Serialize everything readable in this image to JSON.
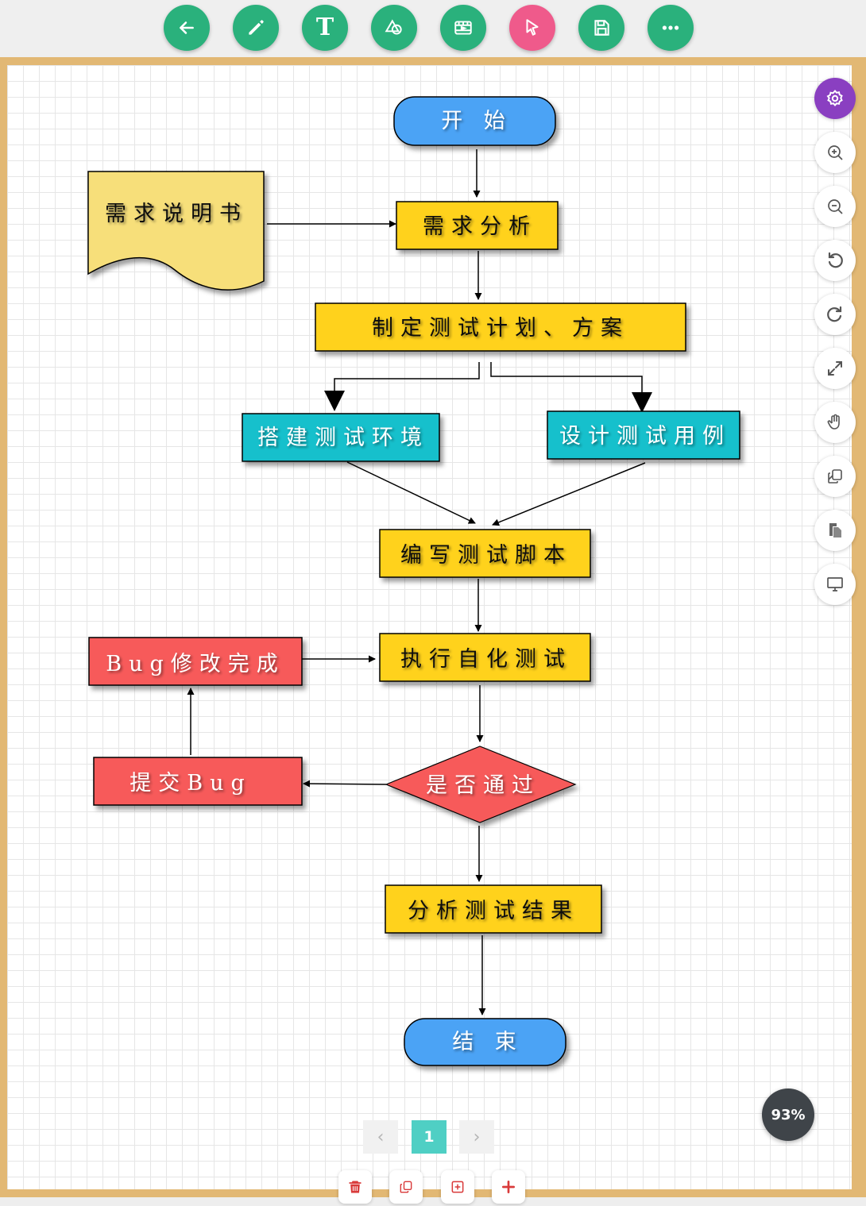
{
  "toolbar": {
    "buttons": [
      {
        "name": "back-button",
        "icon": "arrow-left-icon"
      },
      {
        "name": "pen-tool-button",
        "icon": "pencil-icon"
      },
      {
        "name": "text-tool-button",
        "icon": "text-icon",
        "glyph": "T"
      },
      {
        "name": "shape-tool-button",
        "icon": "shapes-icon"
      },
      {
        "name": "media-button",
        "icon": "film-icon"
      },
      {
        "name": "select-tool-button",
        "icon": "cursor-icon",
        "active": true
      },
      {
        "name": "save-button",
        "icon": "floppy-disk-icon"
      },
      {
        "name": "more-button",
        "icon": "ellipsis-icon"
      }
    ],
    "accent_color": "#2ab17c",
    "active_color": "#ef5a8b"
  },
  "flowchart": {
    "start": "开 始",
    "requirements_doc": "需求说明书",
    "requirements_analysis": "需求分析",
    "test_plan": "制定测试计划、方案",
    "build_env": "搭建测试环境",
    "design_cases": "设计测试用例",
    "write_scripts": "编写测试脚本",
    "execute_tests": "执行自化测试",
    "bug_fixed": "Bug修改完成",
    "submit_bug": "提交Bug",
    "decision": "是否通过",
    "analyze_results": "分析测试结果",
    "end": "结 束"
  },
  "colors": {
    "terminal_blue": "#4ba3f5",
    "process_yellow": "#ffd21f",
    "document_yellow": "#f7df7a",
    "teal": "#16c0cc",
    "bug_red": "#f75a5a"
  },
  "sidebar": {
    "tools": [
      "gear-icon",
      "zoom-in-icon",
      "zoom-out-icon",
      "undo-icon",
      "redo-icon",
      "fullscreen-icon",
      "hand-icon",
      "copy-icon",
      "paste-icon",
      "presentation-icon"
    ]
  },
  "zoom": {
    "level": "93%"
  },
  "pagination": {
    "prev": "‹",
    "current": "1",
    "next": "›"
  },
  "page_actions": [
    "trash-icon",
    "duplicate-page-icon",
    "add-frame-icon",
    "add-page-icon"
  ]
}
